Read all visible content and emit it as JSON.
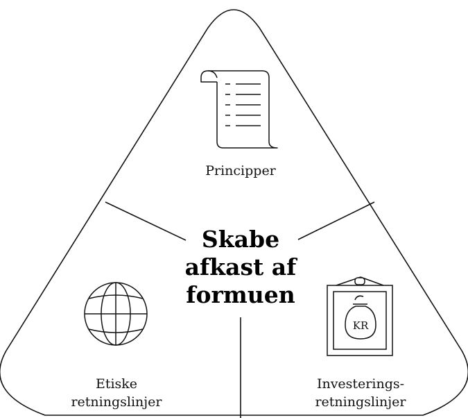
{
  "center": {
    "lines": [
      "Skabe",
      "afkast af",
      "formuen"
    ]
  },
  "sections": {
    "top": {
      "label": "Principper",
      "icon": "scroll-icon"
    },
    "left": {
      "label_line1": "Etiske",
      "label_line2": "retningslinjer",
      "icon": "globe-icon"
    },
    "right": {
      "label_line1": "Investerings-",
      "label_line2": "retningslinjer",
      "icon": "framed-money-bag-icon",
      "icon_text": "KR"
    }
  },
  "colors": {
    "stroke": "#111111",
    "background": "#ffffff"
  }
}
